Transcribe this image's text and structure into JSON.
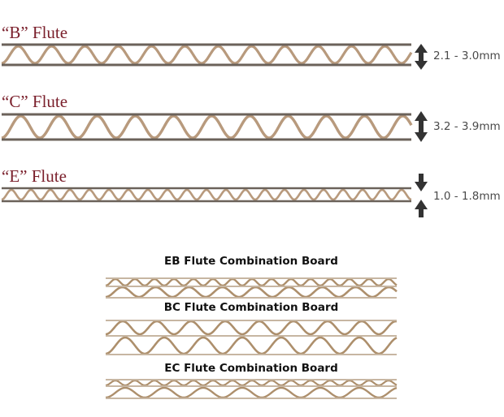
{
  "colors": {
    "title": "#7a1f2b",
    "liner_single": "#6b625a",
    "flute_single": "#b89a7d",
    "liner_combo": "#c7b6a2",
    "flute_combo": "#ad8f6c",
    "arrow": "#333333"
  },
  "flutes": [
    {
      "title": "“B” Flute",
      "measurement": "2.1 - 3.0mm",
      "arrow_style": "double-arrow-icon"
    },
    {
      "title": "“C” Flute",
      "measurement": "3.2 - 3.9mm",
      "arrow_style": "double-arrow-icon"
    },
    {
      "title": "“E” Flute",
      "measurement": "1.0 - 1.8mm",
      "arrow_style": "converging-arrows-icon"
    }
  ],
  "combinations": [
    {
      "title": "EB Flute Combination Board"
    },
    {
      "title": "BC Flute Combination Board"
    },
    {
      "title": "EC Flute Combination Board"
    }
  ]
}
